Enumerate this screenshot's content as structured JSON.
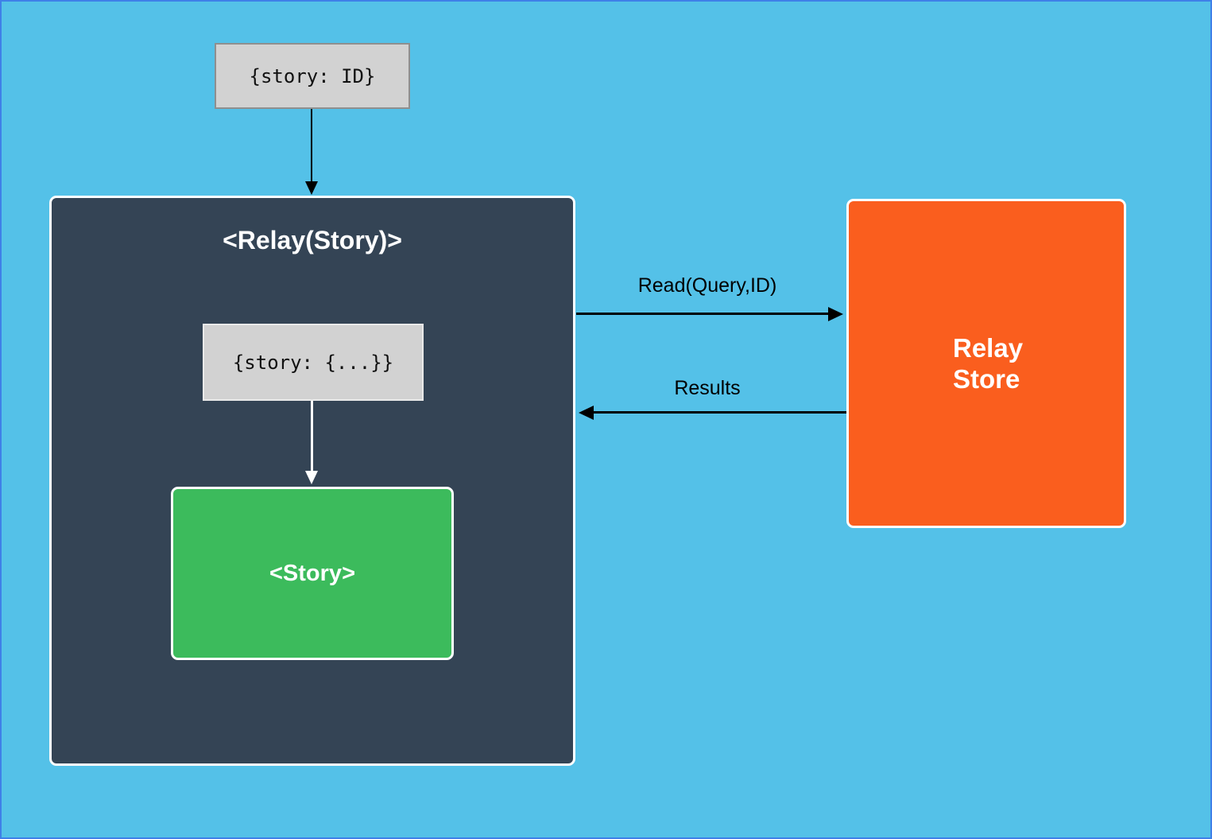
{
  "diagram": {
    "title_hint": "Relay data flow diagram",
    "props_box": {
      "text": "{story: ID}"
    },
    "relay_container": {
      "title": "<Relay(Story)>"
    },
    "inner_props_box": {
      "text": "{story: {...}}"
    },
    "story_box": {
      "text": "<Story>"
    },
    "store_box": {
      "line1": "Relay",
      "line2": "Store"
    },
    "edges": {
      "read_label": "Read(Query,ID)",
      "results_label": "Results"
    },
    "colors": {
      "background": "#54c1e8",
      "frame_border": "#3f80e8",
      "relay_container_bg": "#344455",
      "story_green": "#3cbb5c",
      "store_orange": "#fa5e1e",
      "props_gray": "#d2d2d2",
      "box_border_white": "#ffffff",
      "arrow_black": "#000000"
    }
  }
}
